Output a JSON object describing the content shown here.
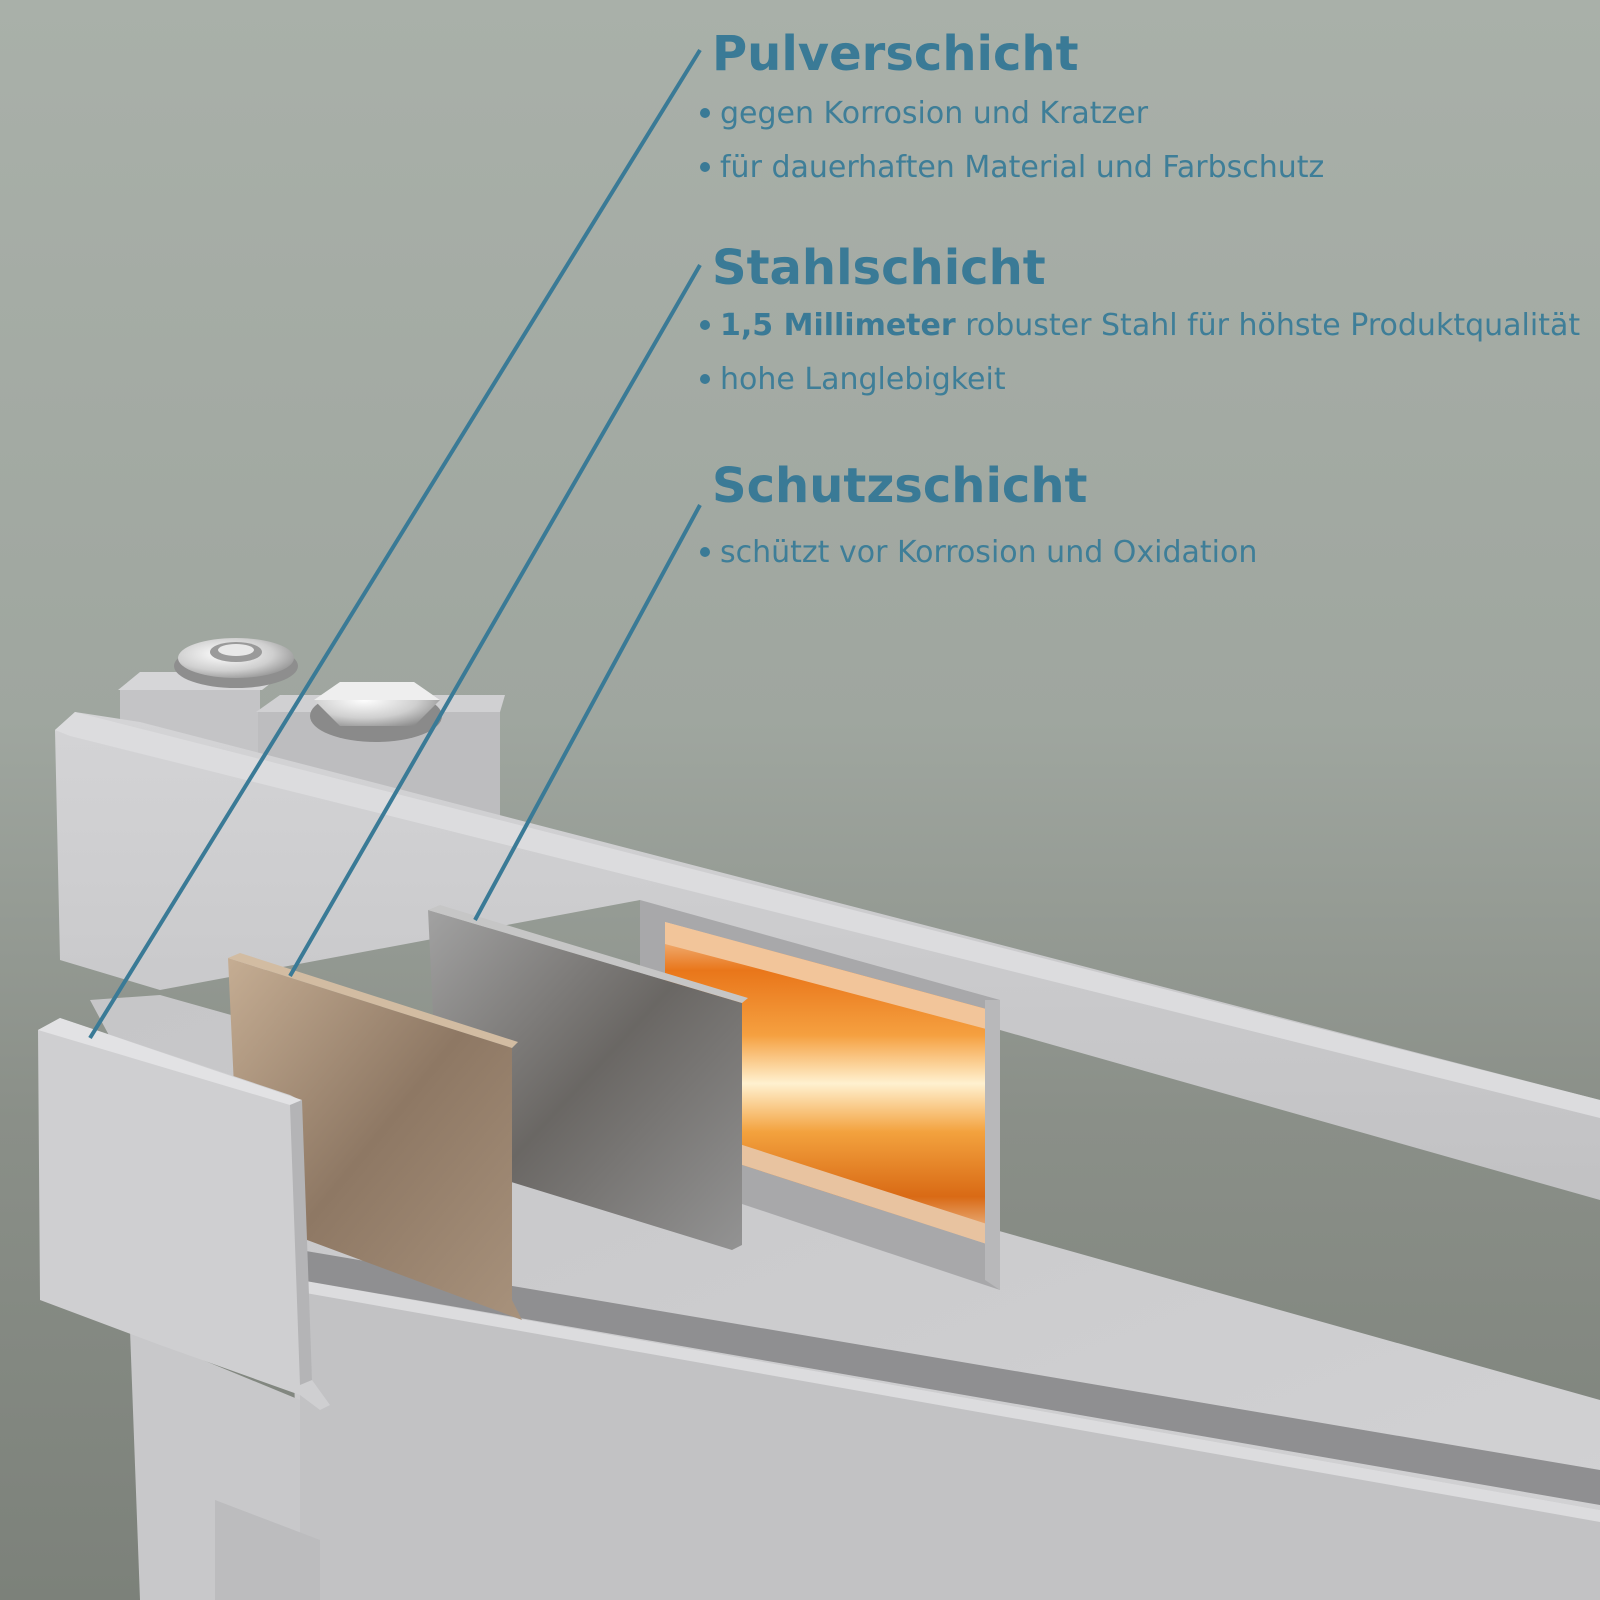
{
  "layers": [
    {
      "title": "Pulverschicht",
      "bullets": [
        {
          "bold": "",
          "text": "gegen Korrosion und Kratzer"
        },
        {
          "bold": "",
          "text": "für dauerhaften Material und Farbschutz"
        }
      ]
    },
    {
      "title": "Stahlschicht",
      "bullets": [
        {
          "bold": "1,5 Millimeter",
          "text": " robuster Stahl für höhste Produktqualität"
        },
        {
          "bold": "",
          "text": "hohe Langlebigkeit"
        }
      ]
    },
    {
      "title": "Schutzschicht",
      "bullets": [
        {
          "bold": "",
          "text": "schützt vor Korrosion und Oxidation"
        }
      ]
    }
  ],
  "colors": {
    "accent": "#3a7a96",
    "background": "#a5aca5",
    "radiator": "#c9c9cb",
    "copper_layer": "#9c8670",
    "steel_layer": "#8a8a8a",
    "heat_core": "#f08a1e"
  },
  "illustration": {
    "subject": "radiator-crosssection",
    "icons": [
      "hex-nut-icon",
      "bolt-head-icon"
    ]
  }
}
